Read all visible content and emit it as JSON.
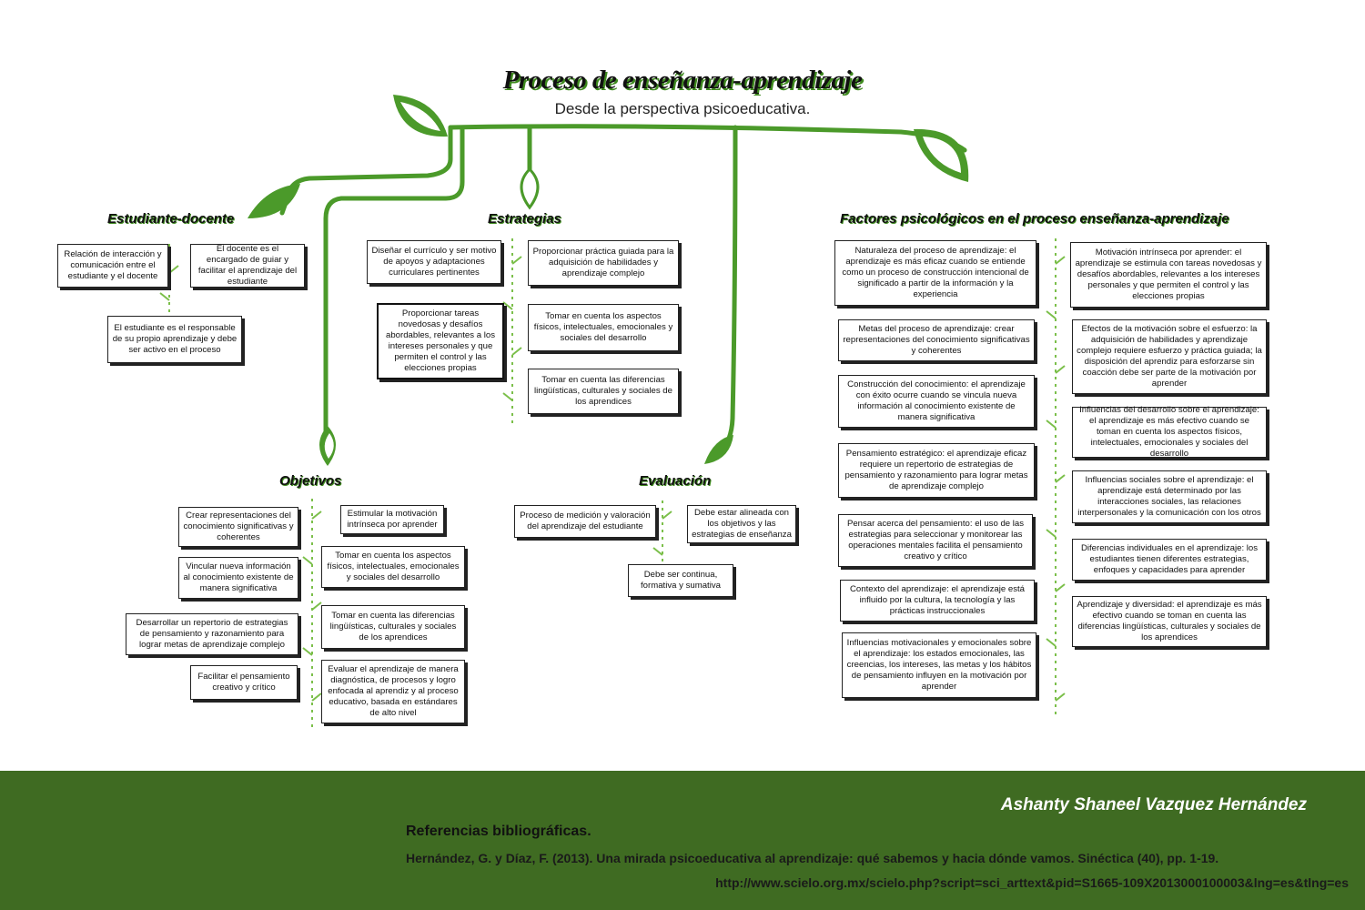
{
  "title": "Proceso de enseñanza-aprendizaje",
  "subtitle": "Desde la perspectiva psicoeducativa.",
  "colors": {
    "green": "#4b9a2a",
    "footer": "#3f6b22",
    "text": "#111111"
  },
  "sections": {
    "estudiante_docente": {
      "heading": "Estudiante-docente",
      "boxes": [
        "Relación de interacción y comunicación entre el estudiante y el docente",
        "El docente es el encargado de guiar y facilitar el aprendizaje del estudiante",
        "El estudiante es el responsable de su propio aprendizaje y debe ser activo en el proceso"
      ]
    },
    "estrategias": {
      "heading": "Estrategias",
      "boxes": [
        "Diseñar el currículo y ser motivo de apoyos y adaptaciones curriculares pertinentes",
        "Proporcionar tareas novedosas y desafíos abordables, relevantes a los intereses personales y que permiten el control y las elecciones propias",
        "Proporcionar práctica guiada para la adquisición de habilidades y aprendizaje complejo",
        "Tomar en cuenta los aspectos físicos, intelectuales, emocionales y sociales del desarrollo",
        "Tomar en cuenta las diferencias lingüísticas, culturales y sociales de los aprendices"
      ]
    },
    "objetivos": {
      "heading": "Objetivos",
      "boxes": [
        "Crear representaciones del conocimiento significativas y coherentes",
        "Vincular nueva información al conocimiento existente de manera significativa",
        "Desarrollar un repertorio de estrategias de pensamiento y razonamiento para lograr metas de aprendizaje complejo",
        "Facilitar el pensamiento creativo y crítico",
        "Estimular la motivación intrínseca por aprender",
        "Tomar en cuenta los aspectos físicos, intelectuales, emocionales y sociales del desarrollo",
        "Tomar en cuenta las diferencias lingüísticas, culturales y sociales de los aprendices",
        "Evaluar el aprendizaje de manera diagnóstica, de procesos y logro enfocada al aprendiz y al proceso educativo, basada en estándares de alto nivel"
      ]
    },
    "evaluacion": {
      "heading": "Evaluación",
      "boxes": [
        "Proceso de medición y valoración del aprendizaje del estudiante",
        "Debe estar alineada con los objetivos y las estrategias de enseñanza",
        "Debe ser continua, formativa y sumativa"
      ]
    },
    "factores": {
      "heading": "Factores psicológicos en el proceso enseñanza-aprendizaje",
      "left": [
        "Naturaleza del proceso de aprendizaje: el aprendizaje es más eficaz cuando se entiende como un proceso de construcción intencional de significado a partir de la información y la experiencia",
        "Metas del proceso de aprendizaje: crear representaciones del conocimiento significativas y coherentes",
        "Construcción del conocimiento: el aprendizaje con éxito ocurre cuando se vincula nueva información al conocimiento existente de manera significativa",
        "Pensamiento estratégico: el aprendizaje eficaz requiere un repertorio de estrategias de pensamiento y razonamiento para lograr metas de aprendizaje complejo",
        "Pensar acerca del pensamiento: el uso de las estrategias para seleccionar y monitorear las operaciones mentales facilita el pensamiento creativo y crítico",
        "Contexto del aprendizaje: el aprendizaje está influido por la cultura, la tecnología y las prácticas instruccionales",
        "Influencias motivacionales y emocionales sobre el aprendizaje: los estados emocionales, las creencias, los intereses, las metas y los hábitos de pensamiento influyen en la motivación por aprender"
      ],
      "right": [
        "Motivación intrínseca por aprender: el aprendizaje se estimula con tareas novedosas y desafíos abordables, relevantes a los intereses personales y que permiten el control y las elecciones propias",
        "Efectos de la motivación sobre el esfuerzo: la adquisición de habilidades y aprendizaje complejo requiere esfuerzo y práctica guiada; la disposición del aprendiz para esforzarse sin coacción debe ser parte de la motivación por aprender",
        "Influencias del desarrollo sobre el aprendizaje: el aprendizaje es más efectivo cuando se toman en cuenta los aspectos físicos, intelectuales, emocionales y sociales del desarrollo",
        "Influencias sociales sobre el aprendizaje: el aprendizaje está determinado por las interacciones sociales, las relaciones interpersonales y la comunicación con los otros",
        "Diferencias individuales en el aprendizaje: los estudiantes tienen diferentes estrategias, enfoques y capacidades para aprender",
        "Aprendizaje y diversidad: el aprendizaje es más efectivo cuando se toman en cuenta las diferencias lingüísticas, culturales y sociales de los aprendices"
      ]
    }
  },
  "footer": {
    "author": "Ashanty Shaneel Vazquez Hernández",
    "refs_title": "Referencias bibliográficas.",
    "ref1": "Hernández, G. y Díaz, F. (2013). Una mirada psicoeducativa al aprendizaje: qué sabemos y hacia dónde vamos. Sinéctica (40), pp. 1-19.",
    "ref2": "http://www.scielo.org.mx/scielo.php?script=sci_arttext&pid=S1665-109X2013000100003&lng=es&tlng=es"
  }
}
